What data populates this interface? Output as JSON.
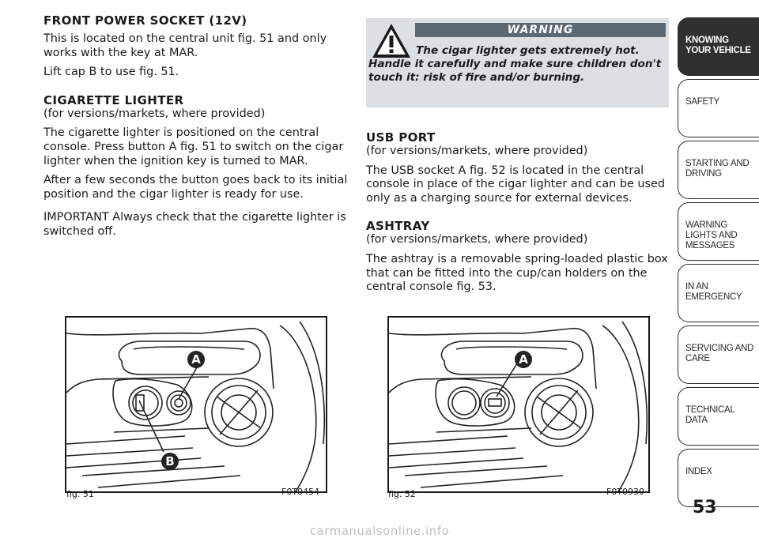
{
  "left_column": {
    "heading_power": "FRONT POWER SOCKET (12V)",
    "p_power_1": "This is located on the central unit fig. 51 and only works with the key at MAR.",
    "p_power_2": "Lift cap B to use fig. 51.",
    "heading_lighter": "CIGARETTE LIGHTER",
    "sub_lighter": "(for versions/markets, where provided)",
    "p_lighter_1": "The cigarette lighter is positioned on the central console. Press button A fig. 51 to switch on the cigar lighter when the ignition key is turned to MAR.",
    "p_lighter_2": "After a few seconds the button goes back to its initial position and the cigar lighter is ready for use.",
    "p_lighter_3": "IMPORTANT Always check that the cigarette lighter is switched off."
  },
  "warning": {
    "title": "WARNING",
    "text": "The cigar lighter gets extremely hot. Handle it carefully and make sure children don't touch it: risk of fire and/or burning.",
    "icon": "warning-triangle-icon"
  },
  "right_column": {
    "heading_usb": "USB PORT",
    "sub_usb": "(for versions/markets, where provided)",
    "p_usb": "The USB socket A fig. 52 is located in the central console in place of the cigar lighter and can be used only as a charging source for external devices.",
    "heading_ashtray": "ASHTRAY",
    "sub_ashtray": "(for versions/markets, where provided)",
    "p_ashtray": "The ashtray is a removable spring-loaded plastic box that can be fitted into the cup/can holders on the central console fig. 53."
  },
  "figures": [
    {
      "label": "fig. 51",
      "code": "F0T0454",
      "callouts": [
        "A",
        "B"
      ]
    },
    {
      "label": "fig. 52",
      "code": "F0T0930",
      "callouts": [
        "A"
      ]
    }
  ],
  "tabs": [
    {
      "label": "KNOWING YOUR VEHICLE",
      "active": true
    },
    {
      "label": "SAFETY",
      "active": false
    },
    {
      "label": "STARTING AND DRIVING",
      "active": false
    },
    {
      "label": "WARNING LIGHTS AND MESSAGES",
      "active": false
    },
    {
      "label": "IN AN EMERGENCY",
      "active": false
    },
    {
      "label": "SERVICING AND CARE",
      "active": false
    },
    {
      "label": "TECHNICAL DATA",
      "active": false
    },
    {
      "label": "INDEX",
      "active": false
    }
  ],
  "page_number": "53",
  "watermark": "carmanualsonline.info",
  "colors": {
    "tab_active": "#303030",
    "warning_bg": "#dde0e2",
    "warning_header": "#5c6871"
  }
}
